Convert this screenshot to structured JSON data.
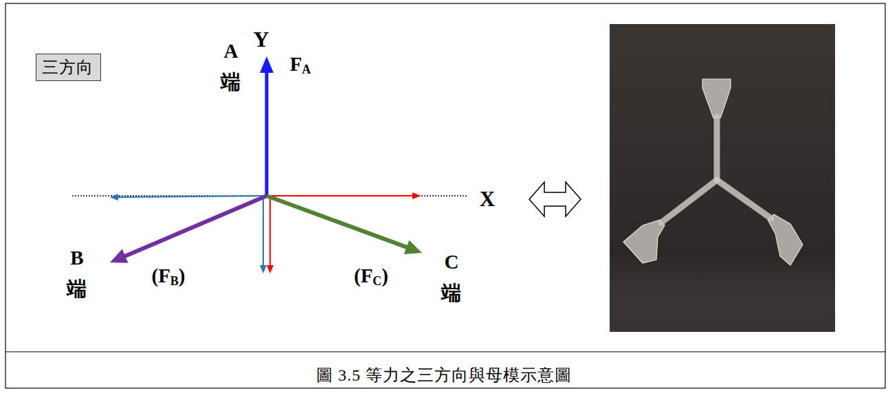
{
  "diagram": {
    "caption": "圖 3.5 等力之三方向與母模示意圖",
    "nodes": [
      {
        "text": [
          "三方向"
        ]
      }
    ],
    "labels": [
      "A 端",
      "Y",
      "FA",
      "X",
      "B 端",
      "(FB)",
      "(FC)",
      "C 端"
    ]
  }
}
